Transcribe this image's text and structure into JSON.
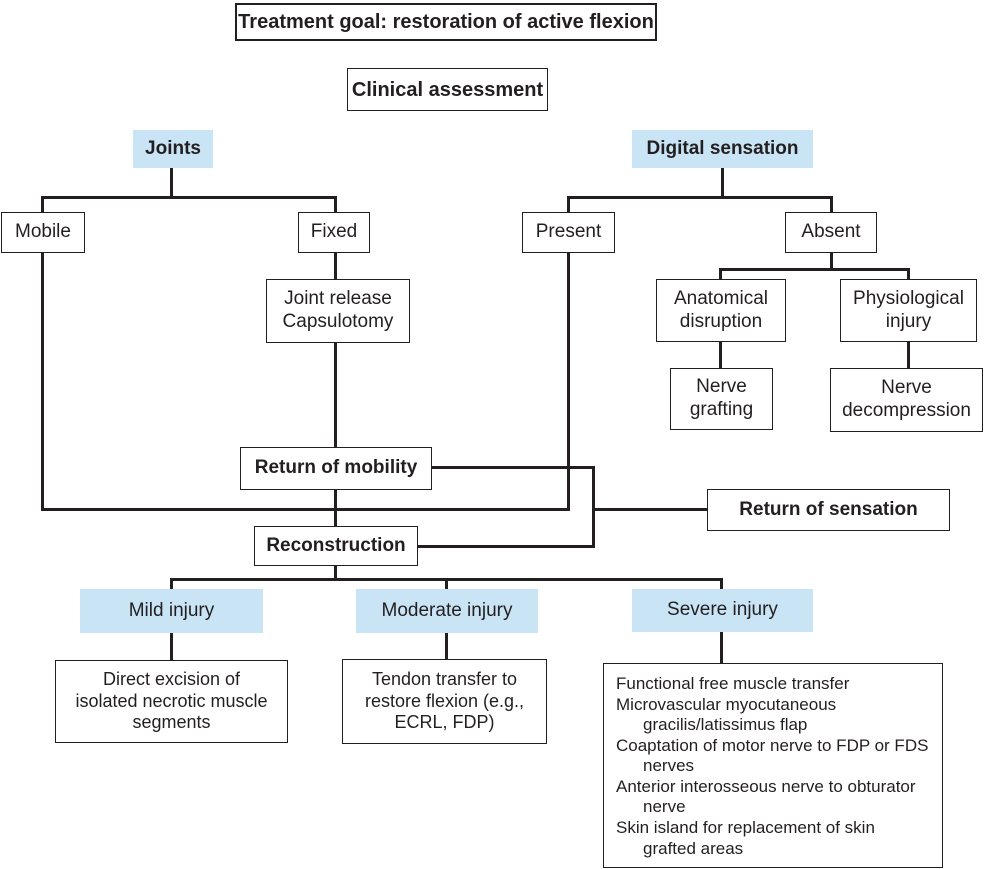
{
  "colors": {
    "accent": "#c8e4f5",
    "ink": "#231f20",
    "bg": "#ffffff"
  },
  "nodes": {
    "treatment_goal": "Treatment goal: restoration of active flexion",
    "clinical_assessment": "Clinical assessment",
    "joints": "Joints",
    "digital_sensation": "Digital sensation",
    "mobile": "Mobile",
    "fixed": "Fixed",
    "present": "Present",
    "absent": "Absent",
    "joint_release": "Joint release\nCapsulotomy",
    "anatomical_disruption": "Anatomical\ndisruption",
    "physiological_injury": "Physiological\ninjury",
    "nerve_grafting": "Nerve\ngrafting",
    "nerve_decompression": "Nerve\ndecompression",
    "return_of_mobility": "Return of mobility",
    "return_of_sensation": "Return of sensation",
    "reconstruction": "Reconstruction",
    "mild_injury": "Mild injury",
    "moderate_injury": "Moderate injury",
    "severe_injury": "Severe injury",
    "mild_treatment": "Direct excision of\nisolated necrotic muscle\nsegments",
    "moderate_treatment": "Tendon transfer to\nrestore flexion (e.g.,\nECRL, FDP)"
  },
  "severe_treatments": [
    "Functional free muscle transfer",
    "Microvascular myocutaneous gracilis/latissimus flap",
    "Coaptation of motor nerve to FDP or FDS nerves",
    "Anterior interosseous nerve to obturator nerve",
    "Skin island for replacement of skin grafted areas"
  ]
}
